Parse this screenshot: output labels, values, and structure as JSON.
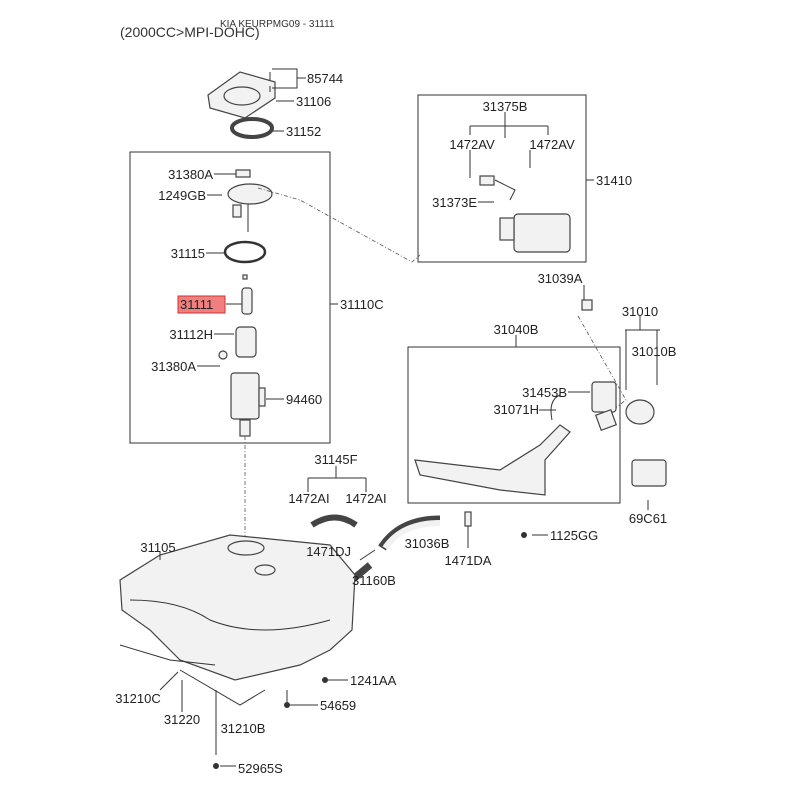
{
  "header": {
    "title": "KIA KEURPMG09 - 31111",
    "subtitle": "(2000CC>MPI-DOHC)"
  },
  "highlight_color": "#f08080",
  "highlighted_part": "31111",
  "labels": {
    "p85744": "85744",
    "p31106": "31106",
    "p31152": "31152",
    "p31380A_top": "31380A",
    "p1249GB": "1249GB",
    "p31115": "31115",
    "p31111": "31111",
    "p31110C": "31110C",
    "p31112H": "31112H",
    "p31380A_bot": "31380A",
    "p94460": "94460",
    "p31375B": "31375B",
    "p1472AV_l": "1472AV",
    "p1472AV_r": "1472AV",
    "p31410": "31410",
    "p31373E": "31373E",
    "p31039A": "31039A",
    "p31010": "31010",
    "p31010B": "31010B",
    "p31040B": "31040B",
    "p31453B": "31453B",
    "p31071H": "31071H",
    "p69C61": "69C61",
    "p1125GG": "1125GG",
    "p31036B": "31036B",
    "p1471DA": "1471DA",
    "p31145F": "31145F",
    "p1472AI_l": "1472AI",
    "p1472AI_r": "1472AI",
    "p1471DJ": "1471DJ",
    "p31160B": "31160B",
    "p31105": "31105",
    "p1241AA": "1241AA",
    "p54659": "54659",
    "p31210C": "31210C",
    "p31220": "31220",
    "p31210B": "31210B",
    "p52965S": "52965S"
  }
}
